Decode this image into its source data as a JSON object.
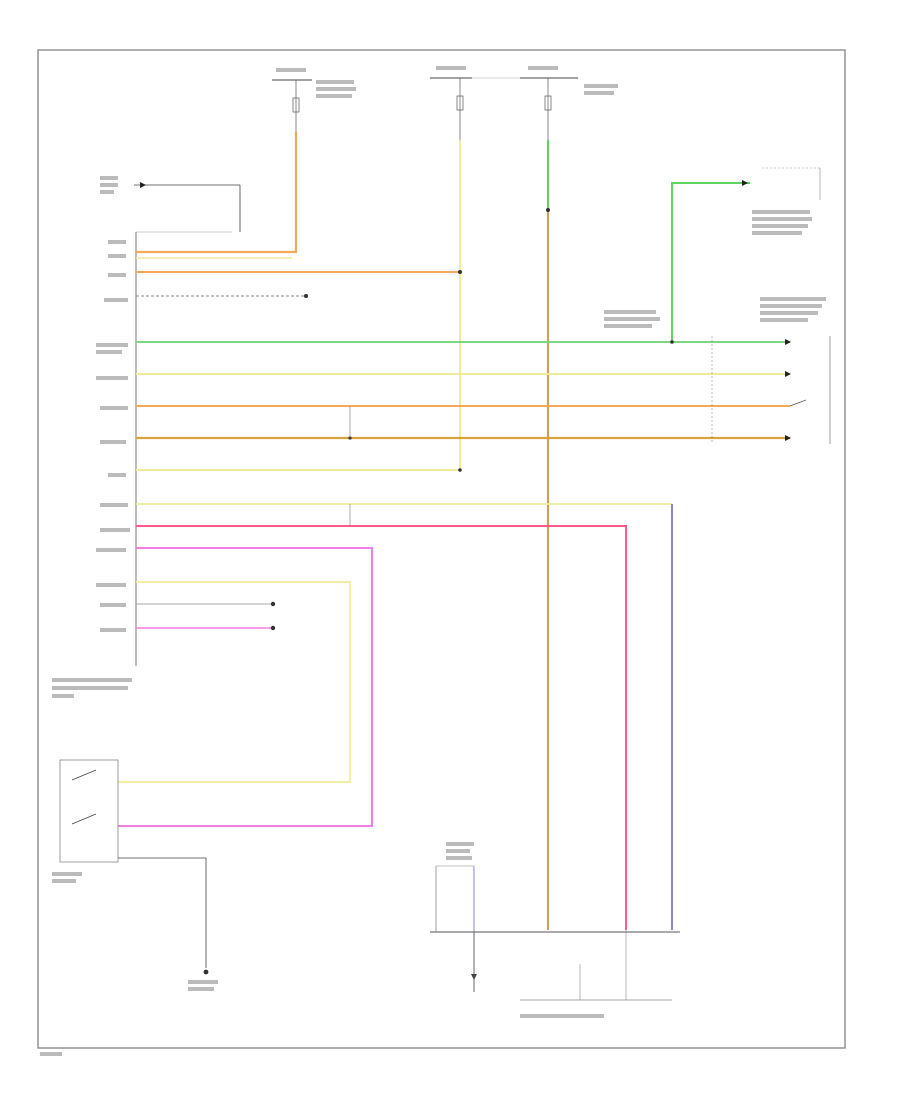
{
  "colors": {
    "frame": "#8c8c8c",
    "wire_green": "#7fd67f",
    "wire_yellow": "#f0ec9a",
    "wire_orange": "#f4a95a",
    "wire_tan": "#d8a23c",
    "wire_pink": "#ff5a8a",
    "wire_magenta": "#f07ee6",
    "wire_blue": "#7a77cf",
    "wire_brown": "#c8a060",
    "wire_bright_green": "#5ed35e"
  },
  "wires": [
    {
      "name": "wire-orange-fuse",
      "color": "wire_orange"
    },
    {
      "name": "wire-yellow-fuse",
      "color": "wire_yellow"
    },
    {
      "name": "wire-green-fuse",
      "color": "wire_bright_green"
    },
    {
      "name": "wire-yellow-run",
      "color": "wire_yellow"
    },
    {
      "name": "wire-orange-run",
      "color": "wire_orange"
    },
    {
      "name": "wire-bus-green",
      "color": "wire_green"
    },
    {
      "name": "wire-bus-yellow",
      "color": "wire_yellow"
    },
    {
      "name": "wire-bus-orange",
      "color": "wire_orange"
    },
    {
      "name": "wire-bus-tan",
      "color": "wire_tan"
    },
    {
      "name": "wire-yellow-low",
      "color": "wire_yellow"
    },
    {
      "name": "wire-pink",
      "color": "wire_pink"
    },
    {
      "name": "wire-magenta",
      "color": "wire_magenta"
    },
    {
      "name": "wire-yellow-switch",
      "color": "wire_yellow"
    },
    {
      "name": "wire-blue",
      "color": "wire_blue"
    },
    {
      "name": "wire-brown-vertical",
      "color": "wire_brown"
    },
    {
      "name": "wire-green-top",
      "color": "wire_bright_green"
    }
  ],
  "icons": [
    "ground-icon",
    "switch-icon",
    "fuse-icon",
    "splice-dot-icon",
    "connector-arrow-icon"
  ]
}
